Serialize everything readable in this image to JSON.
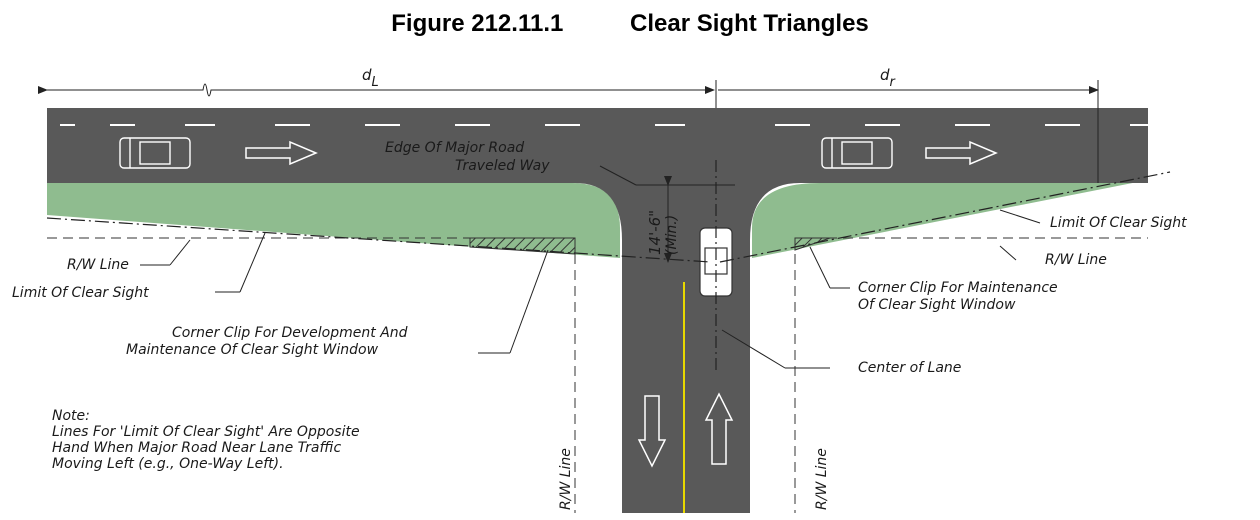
{
  "figure": {
    "number": "Figure 212.11.1",
    "title": "Clear Sight Triangles"
  },
  "dimensions": {
    "left_symbol": "d",
    "left_subscript": "L",
    "right_symbol": "d",
    "right_subscript": "r",
    "setback": "14'-6\"",
    "setback_note": "(Min.)"
  },
  "labels": {
    "edge_of_road_1": "Edge Of Major Road",
    "edge_of_road_2": "Traveled Way",
    "limit_of_clear_sight_left": "Limit Of Clear Sight",
    "limit_of_clear_sight_right": "Limit Of Clear Sight",
    "rw_line_left": "R/W Line",
    "rw_line_right": "R/W Line",
    "rw_line_vertical_left": "R/W Line",
    "rw_line_vertical_right": "R/W Line",
    "corner_clip_left_1": "Corner Clip For Development And",
    "corner_clip_left_2": "Maintenance Of Clear Sight Window",
    "corner_clip_right_1": "Corner Clip For Maintenance",
    "corner_clip_right_2": "Of Clear Sight Window",
    "center_of_lane": "Center of Lane"
  },
  "note": {
    "heading": "Note:",
    "lines": [
      "Lines For 'Limit Of Clear Sight' Are Opposite",
      "Hand When Major Road Near Lane Traffic",
      "Moving Left (e.g., One-Way Left)."
    ]
  },
  "colors": {
    "pavement": "#595959",
    "sight_area": "#8fbc8f",
    "centerline": "#e8d800",
    "lane_marking": "#ffffff",
    "linework": "#222222"
  }
}
